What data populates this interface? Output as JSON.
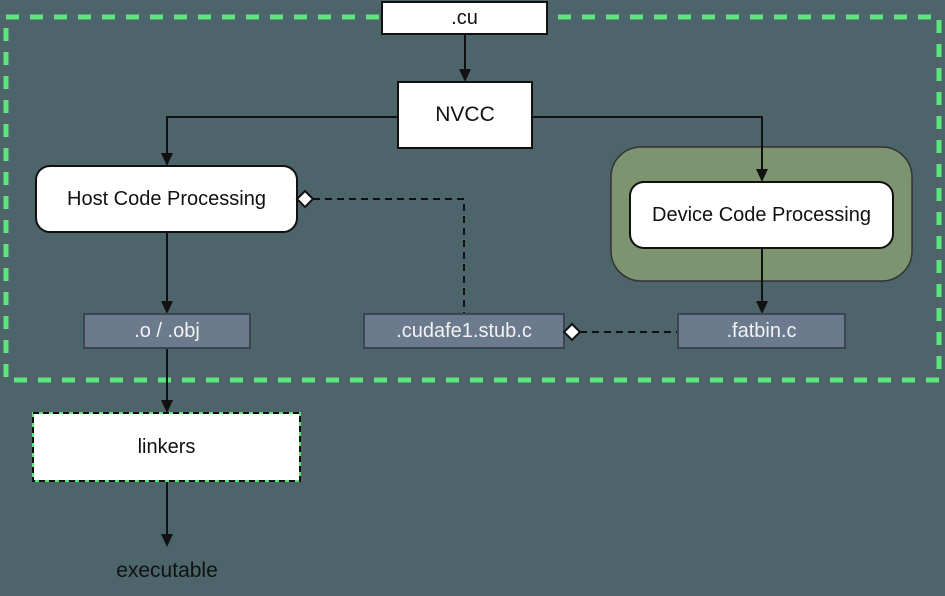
{
  "nodes": {
    "cu": ".cu",
    "nvcc": "NVCC",
    "host_code_processing": "Host Code Processing",
    "device_code_processing": "Device Code Processing",
    "obj": ".o / .obj",
    "cudafe_stub": ".cudafe1.stub.c",
    "fatbin": ".fatbin.c",
    "linkers": "linkers",
    "executable": "executable"
  },
  "colors": {
    "background": "#4c646a",
    "outer_dashed_border": "#5ee57d",
    "device_container_fill": "#7d9471",
    "device_container_border": "#333333",
    "file_box_fill": "#6b7a8c",
    "file_box_border": "#3c4653",
    "file_box_text": "#f2f2f2",
    "node_fill": "#ffffff",
    "edge_color": "#111111"
  }
}
